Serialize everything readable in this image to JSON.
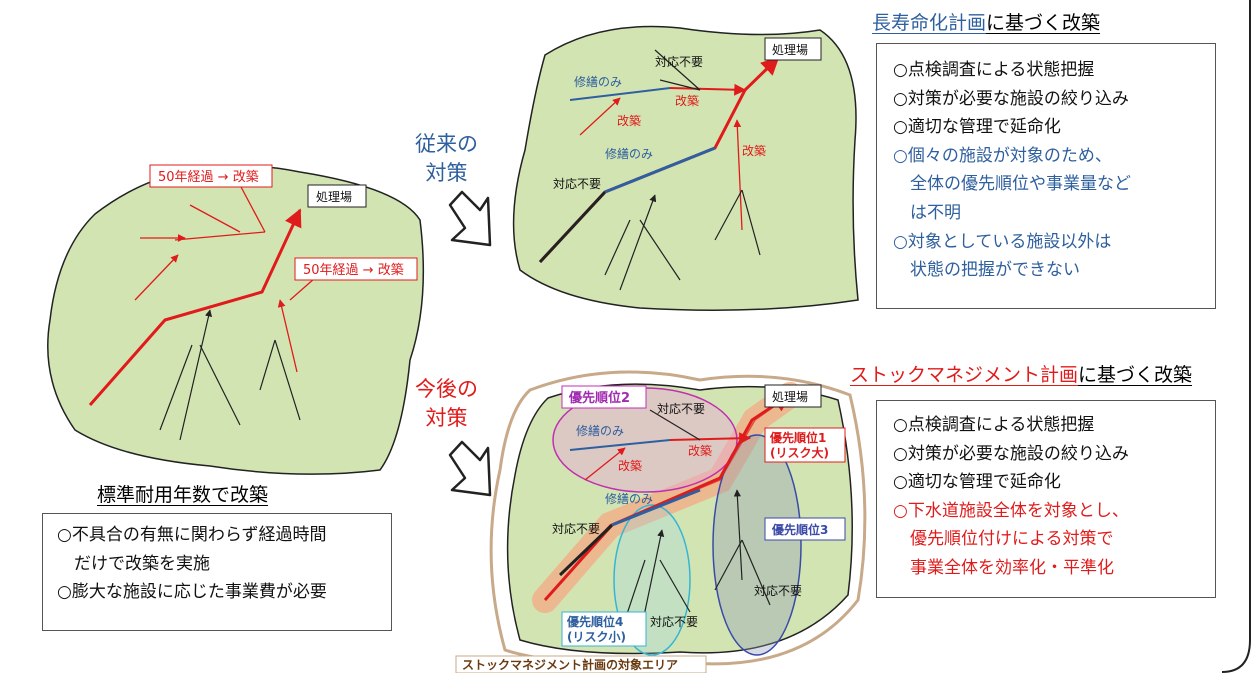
{
  "colors": {
    "land": "#d3e4b3",
    "red": "#e01b1b",
    "blue": "#2e5f9e",
    "purple": "#a02ab0"
  },
  "left": {
    "badge1": "50年経過 → 改築",
    "badge2": "50年経過 → 改築",
    "plant": "処理場",
    "title": "標準耐用年数で改築",
    "lines": [
      "○不具合の有無に関わらず経過時間",
      "　だけで改築を実施",
      "○膨大な施設に応じた事業費が必要"
    ]
  },
  "middle": {
    "conventional": [
      "従来の",
      "対策"
    ],
    "future": [
      "今後の",
      "対策"
    ]
  },
  "top_right": {
    "plant": "処理場",
    "labels": {
      "no_action": "対応不要",
      "repair_only": "修繕のみ",
      "rebuild_a": "改築",
      "rebuild_b": "改築",
      "repair_only2": "修繕のみ",
      "no_action2": "対応不要",
      "rebuild_c": "改築"
    },
    "title_highlight": "長寿命化計画",
    "title_rest": "に基づく改築",
    "lines": [
      "○点検調査による状態把握",
      "○対策が必要な施設の絞り込み",
      "○適切な管理で延命化"
    ],
    "blue_lines": [
      "○個々の施設が対象のため、",
      "　全体の優先順位や事業量など",
      "　は不明",
      "○対象としている施設以外は",
      "　状態の把握ができない"
    ]
  },
  "bottom_right": {
    "plant": "処理場",
    "priority1": [
      "優先順位1",
      "(リスク大)"
    ],
    "priority2": "優先順位2",
    "priority3": "優先順位3",
    "priority4": [
      "優先順位4",
      "(リスク小)"
    ],
    "labels": {
      "no_action_top": "対応不要",
      "repair_only": "修繕のみ",
      "rebuild_a": "改築",
      "rebuild_b": "改築",
      "repair_only2": "修繕のみ",
      "no_action_mid": "対応不要",
      "no_action_right": "対応不要",
      "no_action_bottom": "対応不要"
    },
    "area": "ストックマネジメント計画の対象エリア",
    "title_highlight": "ストックマネジメント計画",
    "title_rest": "に基づく改築",
    "lines": [
      "○点検調査による状態把握",
      "○対策が必要な施設の絞り込み",
      "○適切な管理で延命化"
    ],
    "red_lines": [
      "○下水道施設全体を対象とし、",
      "　優先順位付けによる対策で",
      "　事業全体を効率化・平準化"
    ]
  }
}
